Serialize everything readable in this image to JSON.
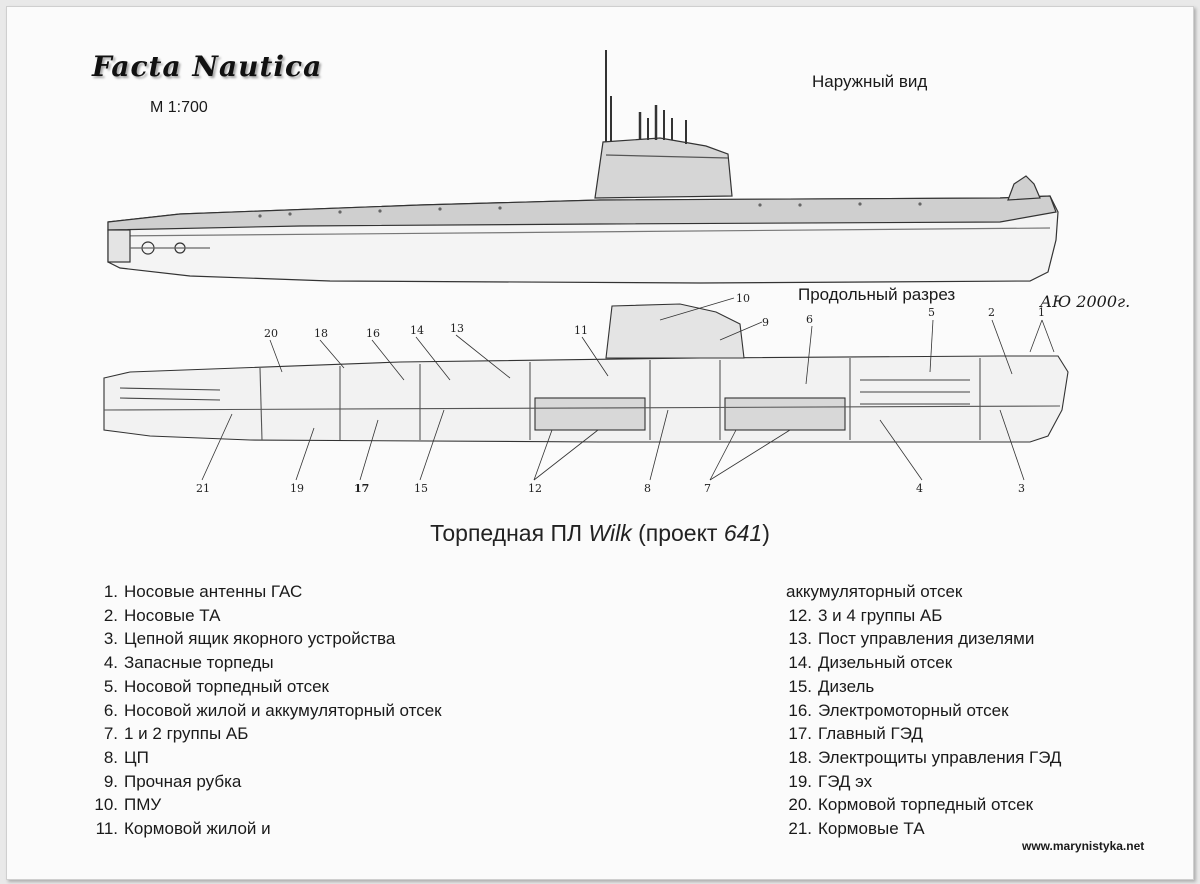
{
  "brand": "Facta Nautica",
  "scale": "М 1:700",
  "exterior_title": "Наружный вид",
  "section_title": "Продольный разрез",
  "signature": "АЮ 2000г.",
  "main_title": {
    "prefix": "Торпедная ПЛ ",
    "name": "Wilk",
    "middle": " (проект ",
    "project": "641",
    "suffix": ")"
  },
  "legend_left": [
    {
      "num": "1.",
      "text": "Носовые антенны ГАС"
    },
    {
      "num": "2.",
      "text": "Носовые ТА"
    },
    {
      "num": "3.",
      "text": "Цепной ящик якорного устройства"
    },
    {
      "num": "4.",
      "text": "Запасные торпеды"
    },
    {
      "num": "5.",
      "text": "Носовой торпедный отсек"
    },
    {
      "num": "6.",
      "text": "Носовой жилой и аккумуляторный отсек"
    },
    {
      "num": "7.",
      "text": "1 и 2 группы АБ"
    },
    {
      "num": "8.",
      "text": "ЦП"
    },
    {
      "num": "9.",
      "text": "Прочная рубка"
    },
    {
      "num": "10.",
      "text": "ПМУ"
    },
    {
      "num": "11.",
      "text": "Кормовой жилой и"
    }
  ],
  "legend_right_continuation": "аккумуляторный отсек",
  "legend_right": [
    {
      "num": "12.",
      "text": "3 и 4 группы АБ"
    },
    {
      "num": "13.",
      "text": "Пост управления дизелями"
    },
    {
      "num": "14.",
      "text": "Дизельный отсек"
    },
    {
      "num": "15.",
      "text": "Дизель"
    },
    {
      "num": "16.",
      "text": "Электромоторный отсек"
    },
    {
      "num": "17.",
      "text": "Главный ГЭД"
    },
    {
      "num": "18.",
      "text": "Электрощиты управления ГЭД"
    },
    {
      "num": "19.",
      "text": "ГЭД эх"
    },
    {
      "num": "20.",
      "text": "Кормовой торпедный отсек"
    },
    {
      "num": "21.",
      "text": "Кормовые ТА"
    }
  ],
  "callouts": {
    "top": [
      "20",
      "18",
      "16",
      "14",
      "13",
      "11",
      "10",
      "9",
      "6",
      "5",
      "2",
      "1"
    ],
    "bottom": [
      "21",
      "19",
      "17",
      "15",
      "12",
      "8",
      "7",
      "4",
      "3"
    ]
  },
  "website": "www.marynistyka.net"
}
